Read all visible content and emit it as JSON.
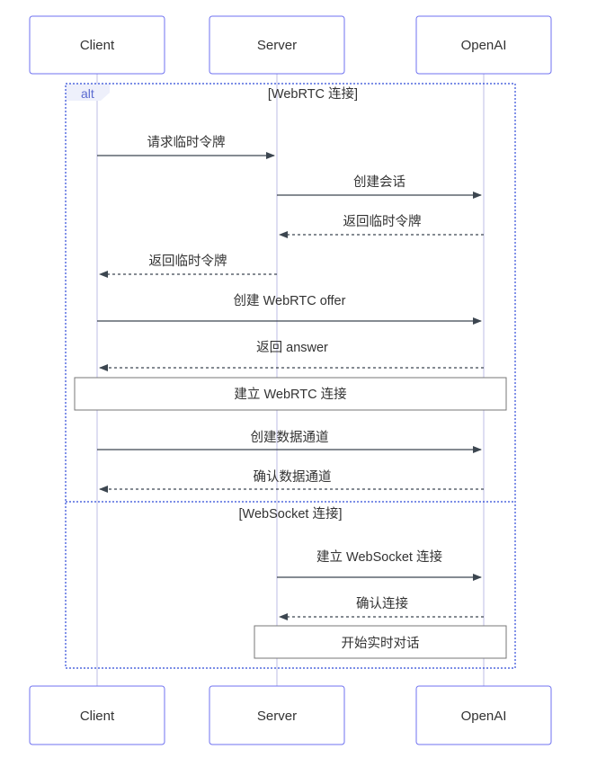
{
  "participants": {
    "client": "Client",
    "server": "Server",
    "openai": "OpenAI"
  },
  "alt": {
    "label": "alt",
    "condition_webrtc": "[WebRTC 连接]",
    "condition_websocket": "[WebSocket 连接]"
  },
  "messages": [
    {
      "text": "请求临时令牌",
      "from": "client",
      "to": "server",
      "style": "solid"
    },
    {
      "text": "创建会话",
      "from": "server",
      "to": "openai",
      "style": "solid"
    },
    {
      "text": "返回临时令牌",
      "from": "openai",
      "to": "server",
      "style": "dashed"
    },
    {
      "text": "返回临时令牌",
      "from": "server",
      "to": "client",
      "style": "dashed"
    },
    {
      "text": "创建 WebRTC offer",
      "from": "client",
      "to": "openai",
      "style": "solid"
    },
    {
      "text": "返回 answer",
      "from": "openai",
      "to": "client",
      "style": "dashed"
    },
    {
      "text": "创建数据通道",
      "from": "client",
      "to": "openai",
      "style": "solid"
    },
    {
      "text": "确认数据通道",
      "from": "openai",
      "to": "client",
      "style": "dashed"
    },
    {
      "text": "建立 WebSocket 连接",
      "from": "server",
      "to": "openai",
      "style": "solid"
    },
    {
      "text": "确认连接",
      "from": "openai",
      "to": "server",
      "style": "dashed"
    }
  ],
  "notes": {
    "webrtc": "建立 WebRTC 连接",
    "realtime": "开始实时对话"
  }
}
